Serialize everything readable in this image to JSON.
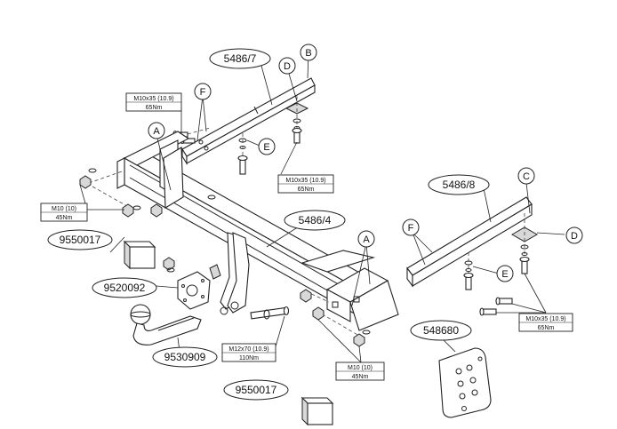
{
  "part_numbers": {
    "bracket_left": "5486/7",
    "bracket_right": "5486/8",
    "crossbar": "5486/4",
    "electrical_kit": "9550017",
    "electrical_kit_2": "9550017",
    "socket_plate": "9520092",
    "tow_ball": "9530909",
    "wiring_kit": "548680"
  },
  "letters": {
    "A": "A",
    "B": "B",
    "C": "C",
    "D": "D",
    "E": "E",
    "F": "F"
  },
  "bolt_specs": {
    "top_left": {
      "size": "M10x35 (10.9)",
      "torque": "65Nm"
    },
    "mid_left": {
      "size": "M10x35 (10.9)",
      "torque": "65Nm"
    },
    "right": {
      "size": "M10x35 (10.9)",
      "torque": "65Nm"
    },
    "m10_left": {
      "size": "M10 (10)",
      "torque": "45Nm"
    },
    "m10_bottom": {
      "size": "M10 (10)",
      "torque": "45Nm"
    },
    "m12": {
      "size": "M12x70 (10.9)",
      "torque": "110Nm"
    }
  },
  "colors": {
    "line": "#222222",
    "shade": "#d8d8d8",
    "background": "#ffffff"
  }
}
